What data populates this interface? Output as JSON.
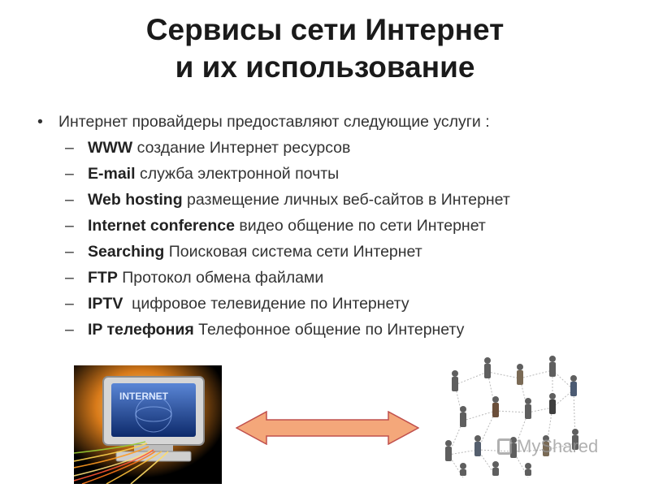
{
  "slide": {
    "title_lines": [
      "Сервисы сети Интернет",
      "и их использование"
    ],
    "bullet": {
      "symbol": "•",
      "text": "Интернет провайдеры предоставляют следующие услуги  :"
    },
    "dash_symbol": "–",
    "services": [
      {
        "term": "WWW",
        "desc": " создание Интернет ресурсов"
      },
      {
        "term": "E-mail",
        "desc": " служба электронной почты"
      },
      {
        "term": "Web hosting",
        "desc": " размещение личных веб-сайтов в Интернет"
      },
      {
        "term": "Internet conference",
        "desc": " видео общение по сети Интернет"
      },
      {
        "term": "Searching",
        "desc": " Поисковая система сети Интернет"
      },
      {
        "term": "FTP",
        "desc": " Протокол обмена файлами"
      },
      {
        "term": "IPTV",
        "desc": "  цифровое телевидение по Интернету"
      },
      {
        "term": "IP телефония",
        "desc": " Телефонное общение по Интернету"
      }
    ]
  },
  "images": {
    "internet_image_label": "INTERNET",
    "network_image_icon": "people-network",
    "arrow_icon": "double-arrow",
    "arrow_color": "#f4a77a"
  },
  "watermark": {
    "text": "MyShared"
  }
}
